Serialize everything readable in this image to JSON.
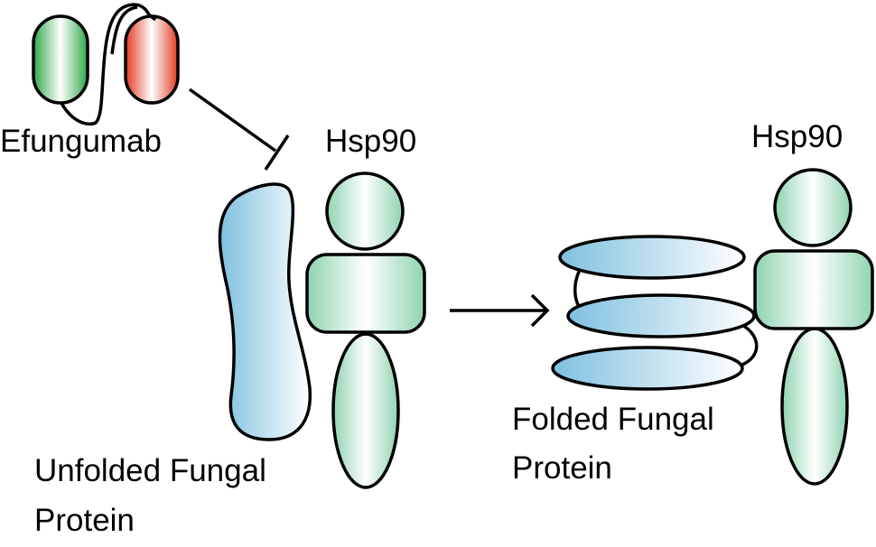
{
  "labels": {
    "antibody": "Efungumab",
    "chaperone_left": "Hsp90",
    "chaperone_right": "Hsp90",
    "unfolded_line1": "Unfolded Fungal",
    "unfolded_line2": "Protein",
    "folded_line1": "Folded Fungal",
    "folded_line2": "Protein"
  },
  "colors": {
    "antibody_green": "#2fa84a",
    "antibody_red": "#e23a23",
    "hsp90_green": "#8fd3b0",
    "protein_blue": "#7fc0df",
    "outline": "#000000"
  },
  "icons": {
    "inhibition": "t-bar-inhibition-icon",
    "process": "right-arrow-icon"
  }
}
